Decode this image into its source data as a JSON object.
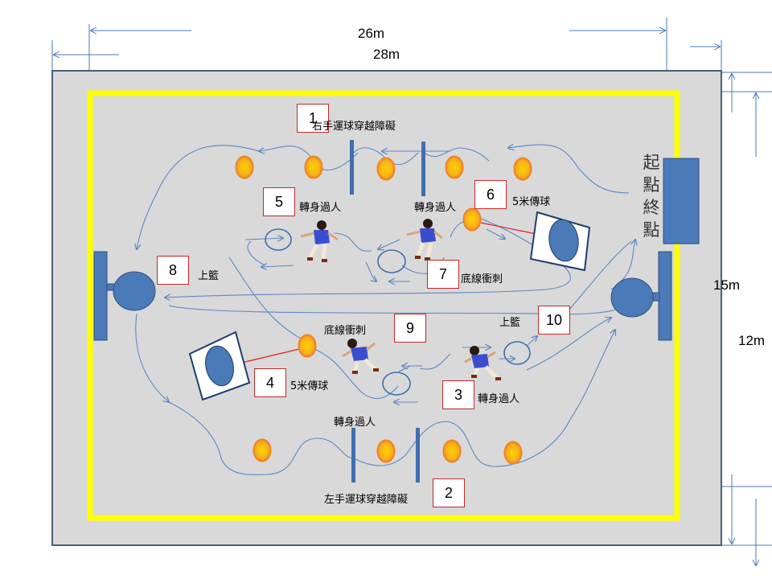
{
  "dimensions": {
    "width_inner": "26m",
    "width_outer": "28m",
    "height_outer": "15m",
    "height_inner": "12m"
  },
  "start_end_label": "起點終點",
  "stations": [
    {
      "number": "1",
      "label": "右手運球穿越障礙"
    },
    {
      "number": "2",
      "label": "左手運球穿越障礙"
    },
    {
      "number": "3",
      "label": "轉身過人"
    },
    {
      "number": "4",
      "label": "5米傳球"
    },
    {
      "number": "5",
      "label": "轉身過人"
    },
    {
      "number": "6",
      "label": "5米傳球"
    },
    {
      "number": "7",
      "label": "底線衝刺"
    },
    {
      "number": "8",
      "label": "上籃"
    },
    {
      "number": "9",
      "label": "底線衝刺"
    },
    {
      "number": "10",
      "label": "上籃"
    }
  ],
  "extra_labels": {
    "top_turn": "轉身過人",
    "bottom_turn": "轉身過人"
  },
  "colors": {
    "court": "#d9d9d9",
    "court_border": "#4a5f7a",
    "boundary_line": "#ffff00",
    "cone": "#f4a81d",
    "cone_stroke": "#f07d22",
    "equipment": "#4a7ab8",
    "path": "#5b87c5",
    "pass_arrow": "#e02020",
    "number_box_border": "#c0282b"
  },
  "icons": [
    "cone-icon",
    "hoop-ring-icon",
    "basket-icon",
    "pass-target-icon",
    "player-icon",
    "pole-icon"
  ]
}
